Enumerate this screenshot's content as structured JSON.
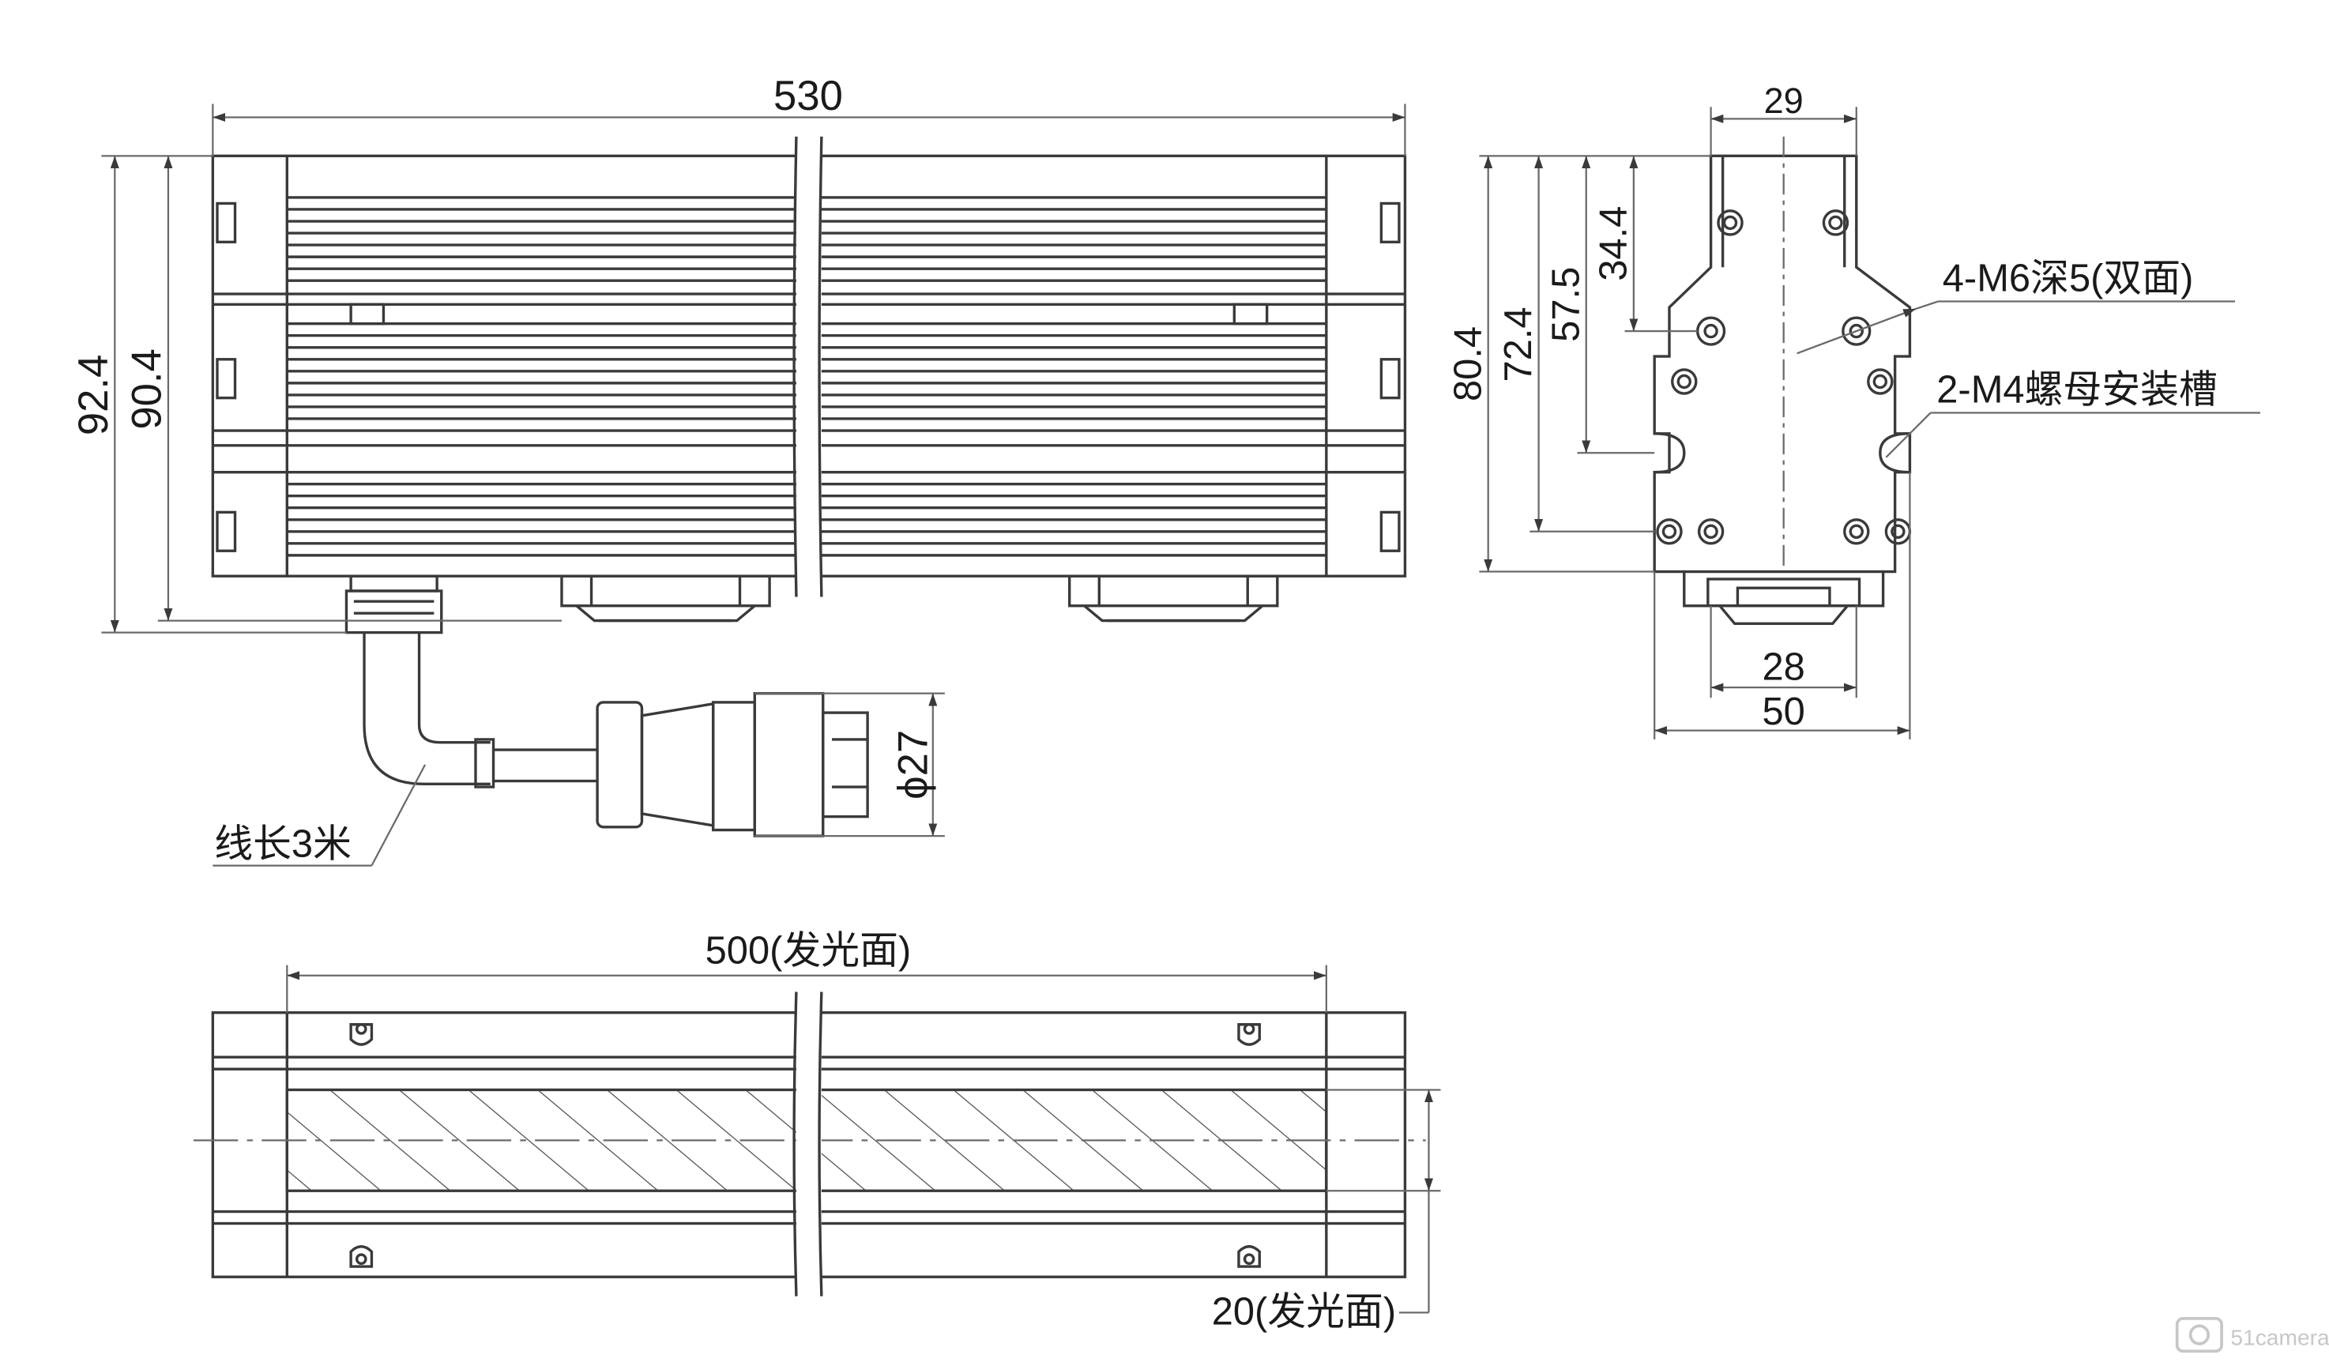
{
  "front_view": {
    "overall_length": "530",
    "overall_height": "92.4",
    "body_height": "90.4",
    "cable_note": "线长3米",
    "connector_diameter": "ϕ27"
  },
  "side_view": {
    "width_top": "29",
    "height_total": "80.4",
    "height_2": "72.4",
    "height_3": "57.5",
    "height_4": "34.4",
    "hole_callout": "4-M6深5(双面)",
    "slot_callout": "2-M4螺母安装槽",
    "bracket_width": "28",
    "base_width": "50"
  },
  "bottom_view": {
    "emitting_length": "500(发光面)",
    "emitting_width": "20(发光面)"
  },
  "watermark": {
    "brand": "51camera"
  },
  "colors": {
    "line": "#3a3a3a",
    "text": "#1a1a1a",
    "watermark": "#c7c7c7"
  }
}
